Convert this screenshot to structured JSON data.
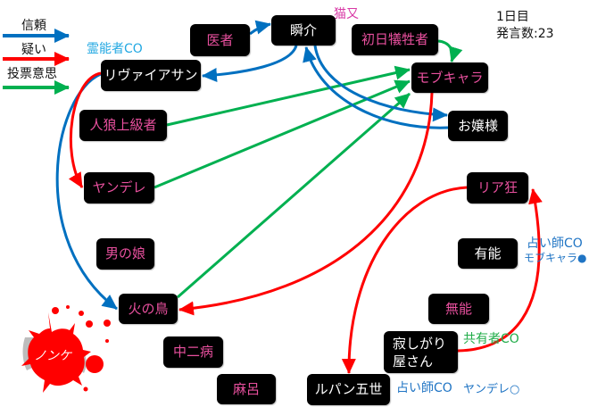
{
  "legend": {
    "trust_label": "信頼",
    "doubt_label": "疑い",
    "vote_label": "投票意思",
    "colors": {
      "trust": "#0070c0",
      "doubt": "#ff0000",
      "vote": "#00b050"
    }
  },
  "status": {
    "day": "1日目",
    "speech_count": "発言数:23"
  },
  "nodes": {
    "ishi": {
      "label": "医者",
      "text_color": "pink"
    },
    "shunsuke": {
      "label": "瞬介",
      "text_color": "white"
    },
    "shonichi": {
      "label": "初日犠牲者",
      "text_color": "pink"
    },
    "mob": {
      "label": "モブキャラ",
      "text_color": "pink"
    },
    "levi": {
      "label": "リヴァイアサン",
      "text_color": "white"
    },
    "jinro": {
      "label": "人狼上級者",
      "text_color": "pink"
    },
    "ojou": {
      "label": "お嬢様",
      "text_color": "white"
    },
    "yandere": {
      "label": "ヤンデレ",
      "text_color": "pink"
    },
    "riakyo": {
      "label": "リア狂",
      "text_color": "pink"
    },
    "otoko": {
      "label": "男の娘",
      "text_color": "pink"
    },
    "yuno": {
      "label": "有能",
      "text_color": "white"
    },
    "hinotori": {
      "label": "火の鳥",
      "text_color": "pink"
    },
    "muno": {
      "label": "無能",
      "text_color": "pink"
    },
    "sabishi": {
      "label_line1": "寂しがり",
      "label_line2": "屋さん",
      "text_color": "white"
    },
    "chuni": {
      "label": "中二病",
      "text_color": "pink"
    },
    "maro": {
      "label": "麻呂",
      "text_color": "pink"
    },
    "lupin": {
      "label": "ルパン五世",
      "text_color": "white"
    },
    "nonke": {
      "label": "ノンケ",
      "state": "dead"
    }
  },
  "annotations": {
    "nekomata": {
      "text": "猫又",
      "color": "#d83aa6"
    },
    "reino_co": {
      "text": "霊能者CO",
      "color": "#22a8e2"
    },
    "uranai_co_1": {
      "text": "占い師CO",
      "color": "#1f74c4"
    },
    "uranai_result_1": {
      "text": "モブキャラ●",
      "color": "#1f74c4"
    },
    "kyoyu_co": {
      "text": "共有者CO",
      "color": "#22ad4a"
    },
    "uranai_co_2": {
      "text": "占い師CO",
      "color": "#1f74c4"
    },
    "uranai_result_2": {
      "text": "ヤンデレ○",
      "color": "#1f74c4"
    }
  },
  "edges": [
    {
      "from": "医者",
      "to": "瞬介",
      "type": "trust"
    },
    {
      "from": "瞬介",
      "to": "リヴァイアサン",
      "type": "trust"
    },
    {
      "from": "瞬介",
      "to": "お嬢様",
      "type": "trust"
    },
    {
      "from": "お嬢様",
      "to": "瞬介",
      "type": "trust"
    },
    {
      "from": "リヴァイアサン",
      "to": "火の鳥",
      "type": "trust"
    },
    {
      "from": "リヴァイアサン",
      "to": "ヤンデレ",
      "type": "doubt"
    },
    {
      "from": "モブキャラ",
      "to": "火の鳥",
      "type": "doubt"
    },
    {
      "from": "リア狂",
      "to": "ルパン五世",
      "type": "doubt"
    },
    {
      "from": "寂しがり屋さん",
      "to": "リア狂",
      "type": "doubt"
    },
    {
      "from": "人狼上級者",
      "to": "モブキャラ",
      "type": "vote"
    },
    {
      "from": "ヤンデレ",
      "to": "モブキャラ",
      "type": "vote"
    },
    {
      "from": "火の鳥",
      "to": "モブキャラ",
      "type": "vote"
    },
    {
      "from": "初日犠牲者",
      "to": "モブキャラ",
      "type": "vote"
    }
  ]
}
